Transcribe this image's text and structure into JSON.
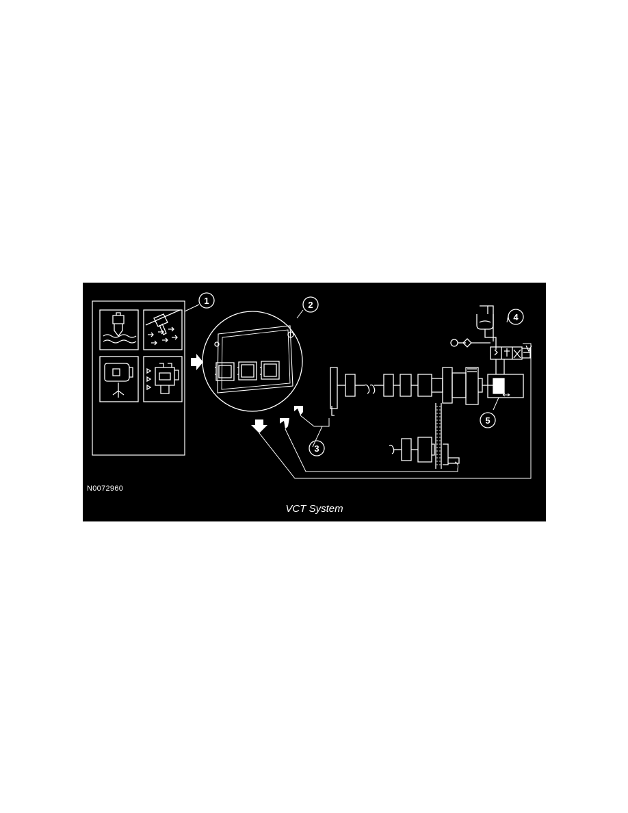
{
  "figure": {
    "id": "N0072960",
    "caption": "VCT System"
  },
  "callouts": [
    {
      "number": "1"
    },
    {
      "number": "2"
    },
    {
      "number": "3"
    },
    {
      "number": "4"
    },
    {
      "number": "5"
    }
  ],
  "colors": {
    "background": "#000000",
    "linework": "#ffffff",
    "page": "#ffffff"
  }
}
